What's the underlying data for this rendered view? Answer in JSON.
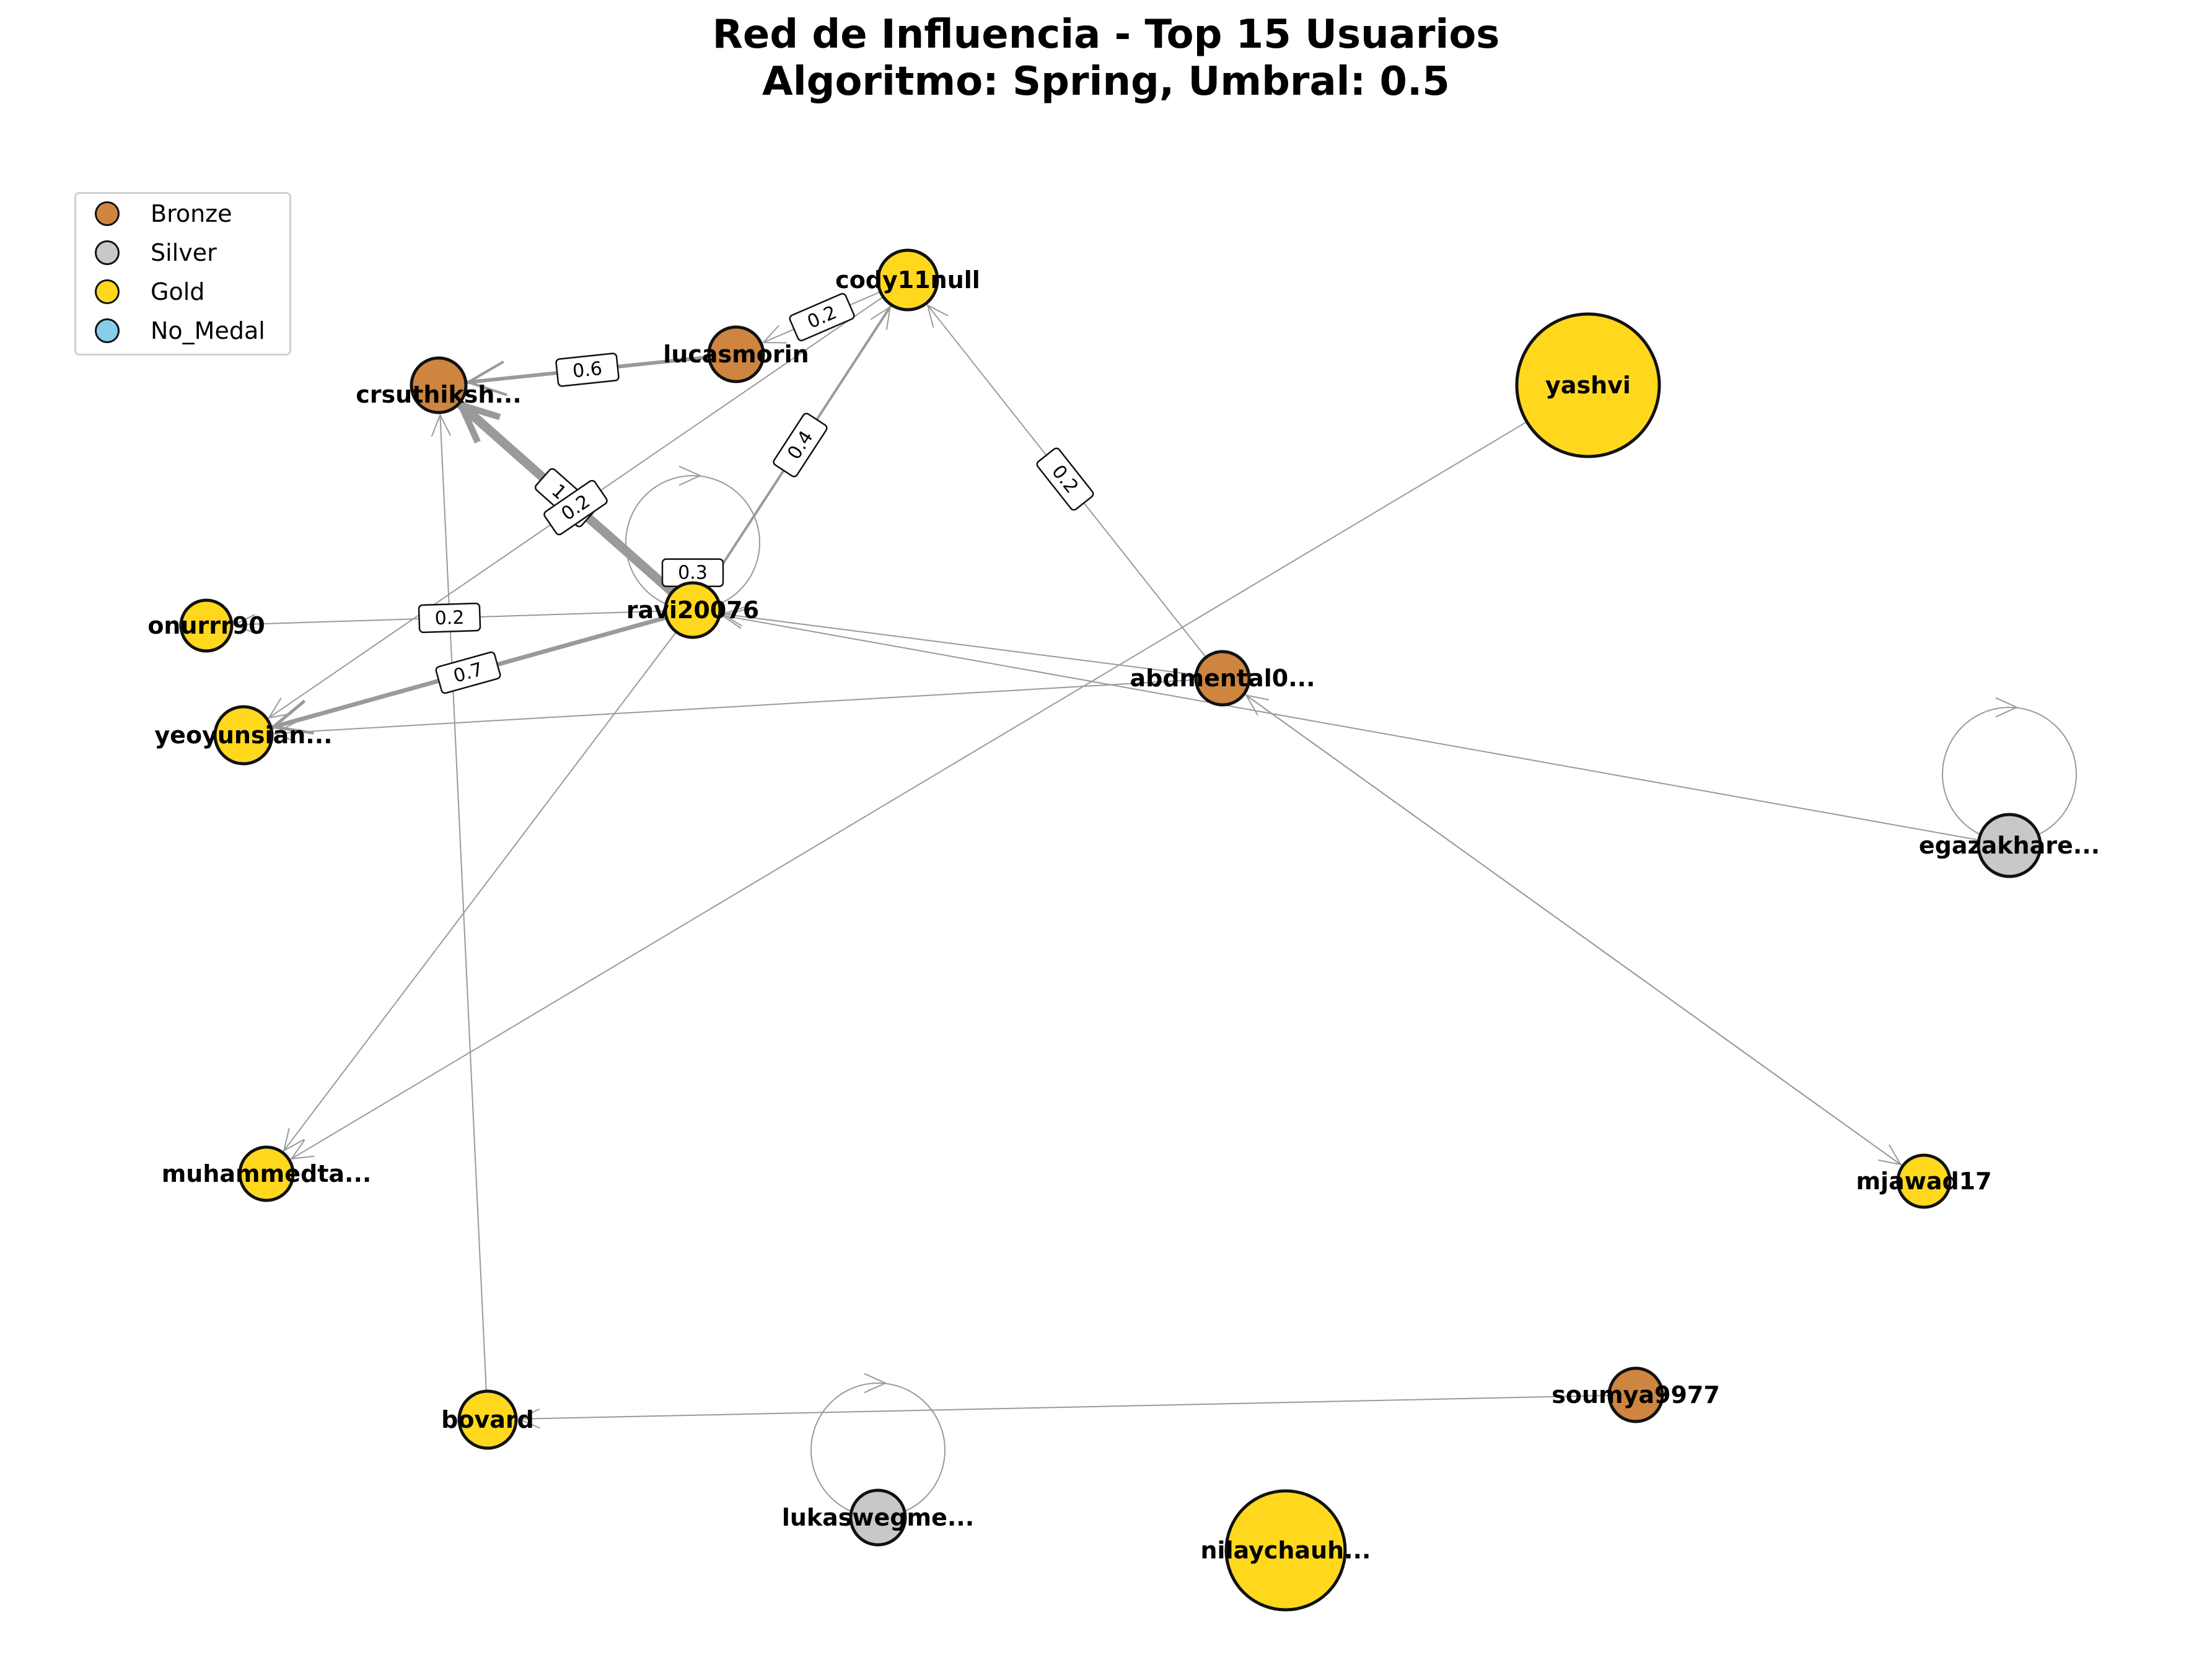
{
  "title": {
    "line1": "Red de Influencia - Top 15 Usuarios",
    "line2": "Algoritmo: Spring, Umbral: 0.5"
  },
  "legend": [
    {
      "label": "Bronze",
      "color": "#CD853F"
    },
    {
      "label": "Silver",
      "color": "#C8C8C8"
    },
    {
      "label": "Gold",
      "color": "#FFD81E"
    },
    {
      "label": "No_Medal",
      "color": "#87CEEB"
    }
  ],
  "colors": {
    "edge": "#9a9a9a",
    "node_outline": "#111111"
  },
  "nodes": [
    {
      "id": "cody",
      "label": "cody11null",
      "medal": "Gold"
    },
    {
      "id": "lucas",
      "label": "lucasmorin",
      "medal": "Bronze"
    },
    {
      "id": "crsu",
      "label": "crsuthiksh...",
      "medal": "Bronze"
    },
    {
      "id": "yashvi",
      "label": "yashvi",
      "medal": "Gold"
    },
    {
      "id": "ravi",
      "label": "ravi20076",
      "medal": "Gold"
    },
    {
      "id": "onur",
      "label": "onurrr90",
      "medal": "Gold"
    },
    {
      "id": "yeo",
      "label": "yeoyunsian...",
      "medal": "Gold"
    },
    {
      "id": "abd",
      "label": "abdmental0...",
      "medal": "Bronze"
    },
    {
      "id": "ega",
      "label": "egazakhare...",
      "medal": "Silver"
    },
    {
      "id": "muh",
      "label": "muhammedta...",
      "medal": "Gold"
    },
    {
      "id": "mja",
      "label": "mjawad17",
      "medal": "Gold"
    },
    {
      "id": "sou",
      "label": "soumya9977",
      "medal": "Bronze"
    },
    {
      "id": "bov",
      "label": "bovard",
      "medal": "Gold"
    },
    {
      "id": "luk",
      "label": "lukaswegme...",
      "medal": "Silver"
    },
    {
      "id": "nil",
      "label": "nilaychauh...",
      "medal": "Gold"
    }
  ],
  "edges": [
    {
      "from": "lucas",
      "to": "crsu",
      "weight": "0.6"
    },
    {
      "from": "cody",
      "to": "lucas",
      "weight": "0.2"
    },
    {
      "from": "ravi",
      "to": "cody",
      "weight": "0.4"
    },
    {
      "from": "abd",
      "to": "cody",
      "weight": "0.2"
    },
    {
      "from": "ravi",
      "to": "crsu",
      "weight": "1.5"
    },
    {
      "from": "cody",
      "to": "yeo",
      "weight": "0.2"
    },
    {
      "from": "ravi",
      "to": "onur",
      "weight": "0.2"
    },
    {
      "from": "ravi",
      "to": "yeo",
      "weight": "0.7"
    },
    {
      "from": "ravi",
      "to": "ravi",
      "weight": "0.3"
    },
    {
      "from": "abd",
      "to": "ravi",
      "weight": ""
    },
    {
      "from": "ega",
      "to": "ravi",
      "weight": ""
    },
    {
      "from": "abd",
      "to": "yeo",
      "weight": ""
    },
    {
      "from": "yashvi",
      "to": "muh",
      "weight": ""
    },
    {
      "from": "ravi",
      "to": "muh",
      "weight": ""
    },
    {
      "from": "mja",
      "to": "abd",
      "weight": ""
    },
    {
      "from": "abd",
      "to": "mja",
      "weight": ""
    },
    {
      "from": "bov",
      "to": "crsu",
      "weight": ""
    },
    {
      "from": "sou",
      "to": "bov",
      "weight": ""
    },
    {
      "from": "ega",
      "to": "ega",
      "weight": ""
    },
    {
      "from": "luk",
      "to": "luk",
      "weight": ""
    }
  ]
}
